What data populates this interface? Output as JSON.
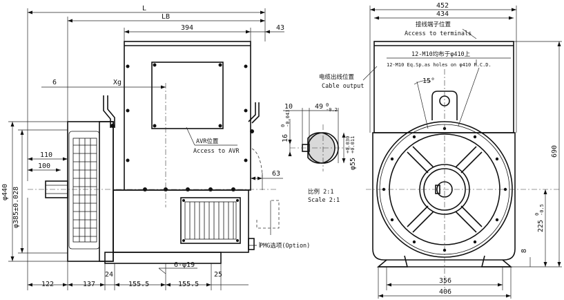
{
  "dimensions": {
    "L": "L",
    "LB": "LB",
    "d394": "394",
    "d43": "43",
    "d6": "6",
    "Xg": "Xg",
    "d110": "110",
    "d100": "100",
    "phi440": "φ440",
    "phi385": "φ385±0.028",
    "d63": "63",
    "d122": "122",
    "d137": "137",
    "d24": "24",
    "d155a": "155.5",
    "d155b": "155.5",
    "d25": "25",
    "holes6": "6-φ19",
    "d10": "10",
    "d49": "49",
    "d49tol": "0\n-0.2",
    "d16": "16",
    "d16tol": "0\n-0.043",
    "d55": "φ55",
    "d55tol": "+0.030\n+0.011",
    "d452": "452",
    "d434": "434",
    "d690": "690",
    "d225": "225",
    "d225tol": "0\n-0.5",
    "d8": "8",
    "d356": "356",
    "d406": "406",
    "angle15": "15°"
  },
  "labels": {
    "avr_cn": "AVR位置",
    "avr_en": "Access to AVR",
    "terminals_cn": "接线端子位置",
    "terminals_en": "Access to terminals",
    "cable_cn": "电缆出线位置",
    "cable_en": "Cable output",
    "holes_cn": "12-M10均布于φ410上",
    "holes_en": "12-M10 Eq.Sp.as holes on φ410 P.C.D.",
    "scale_cn": "比例 2:1",
    "scale_en": "Scale 2:1",
    "pmg": "PMG选项(Option)"
  }
}
